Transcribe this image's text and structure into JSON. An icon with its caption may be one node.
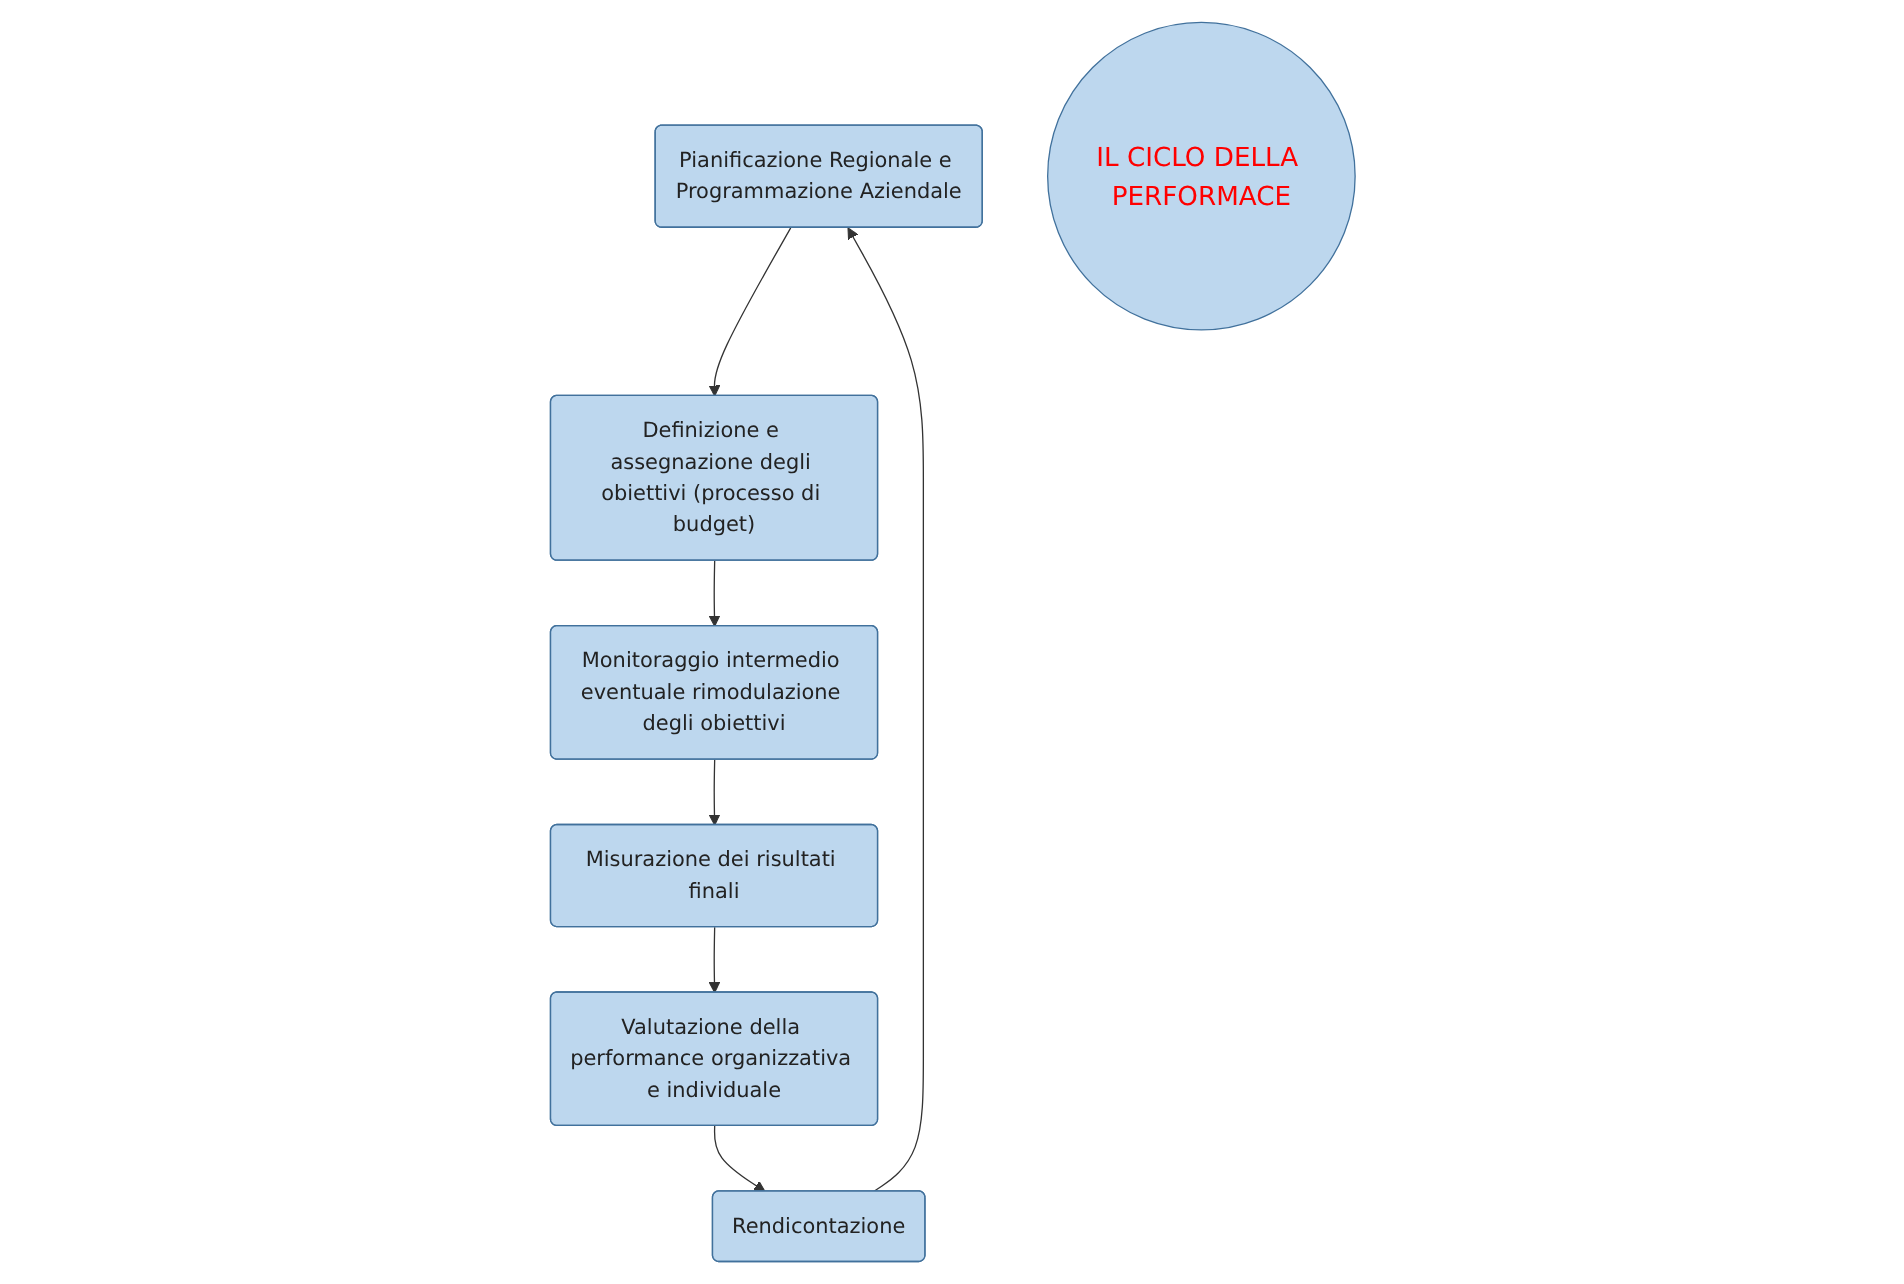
{
  "diagram": {
    "nodes": [
      {
        "text": [
          "Pianificazione Regionale e Programmazione Aziendale"
        ]
      },
      {
        "text": [
          "Rendicontazione"
        ]
      },
      {
        "text": [
          "Definizione e assegnazione degli obiettivi (processo di budget)"
        ]
      },
      {
        "text": [
          "IL CICLO DELLA PERFORMACE"
        ]
      },
      {
        "text": [
          "Valutazione della performance organizzativa e individuale"
        ]
      },
      {
        "text": [
          "Monitoraggio intermedio eventuale rimodulazione degli obiettivi"
        ]
      },
      {
        "text": [
          "Misurazione dei risultati finali"
        ]
      }
    ],
    "edges": [
      {
        "from": 0,
        "to": 2,
        "arrow": "to"
      },
      {
        "from": 2,
        "to": 5,
        "arrow": "to"
      },
      {
        "from": 5,
        "to": 6,
        "arrow": "to"
      },
      {
        "from": 6,
        "to": 4,
        "arrow": "to"
      },
      {
        "from": 4,
        "to": 1,
        "arrow": "to"
      },
      {
        "from": 1,
        "to": 0,
        "arrow": "to"
      }
    ]
  }
}
